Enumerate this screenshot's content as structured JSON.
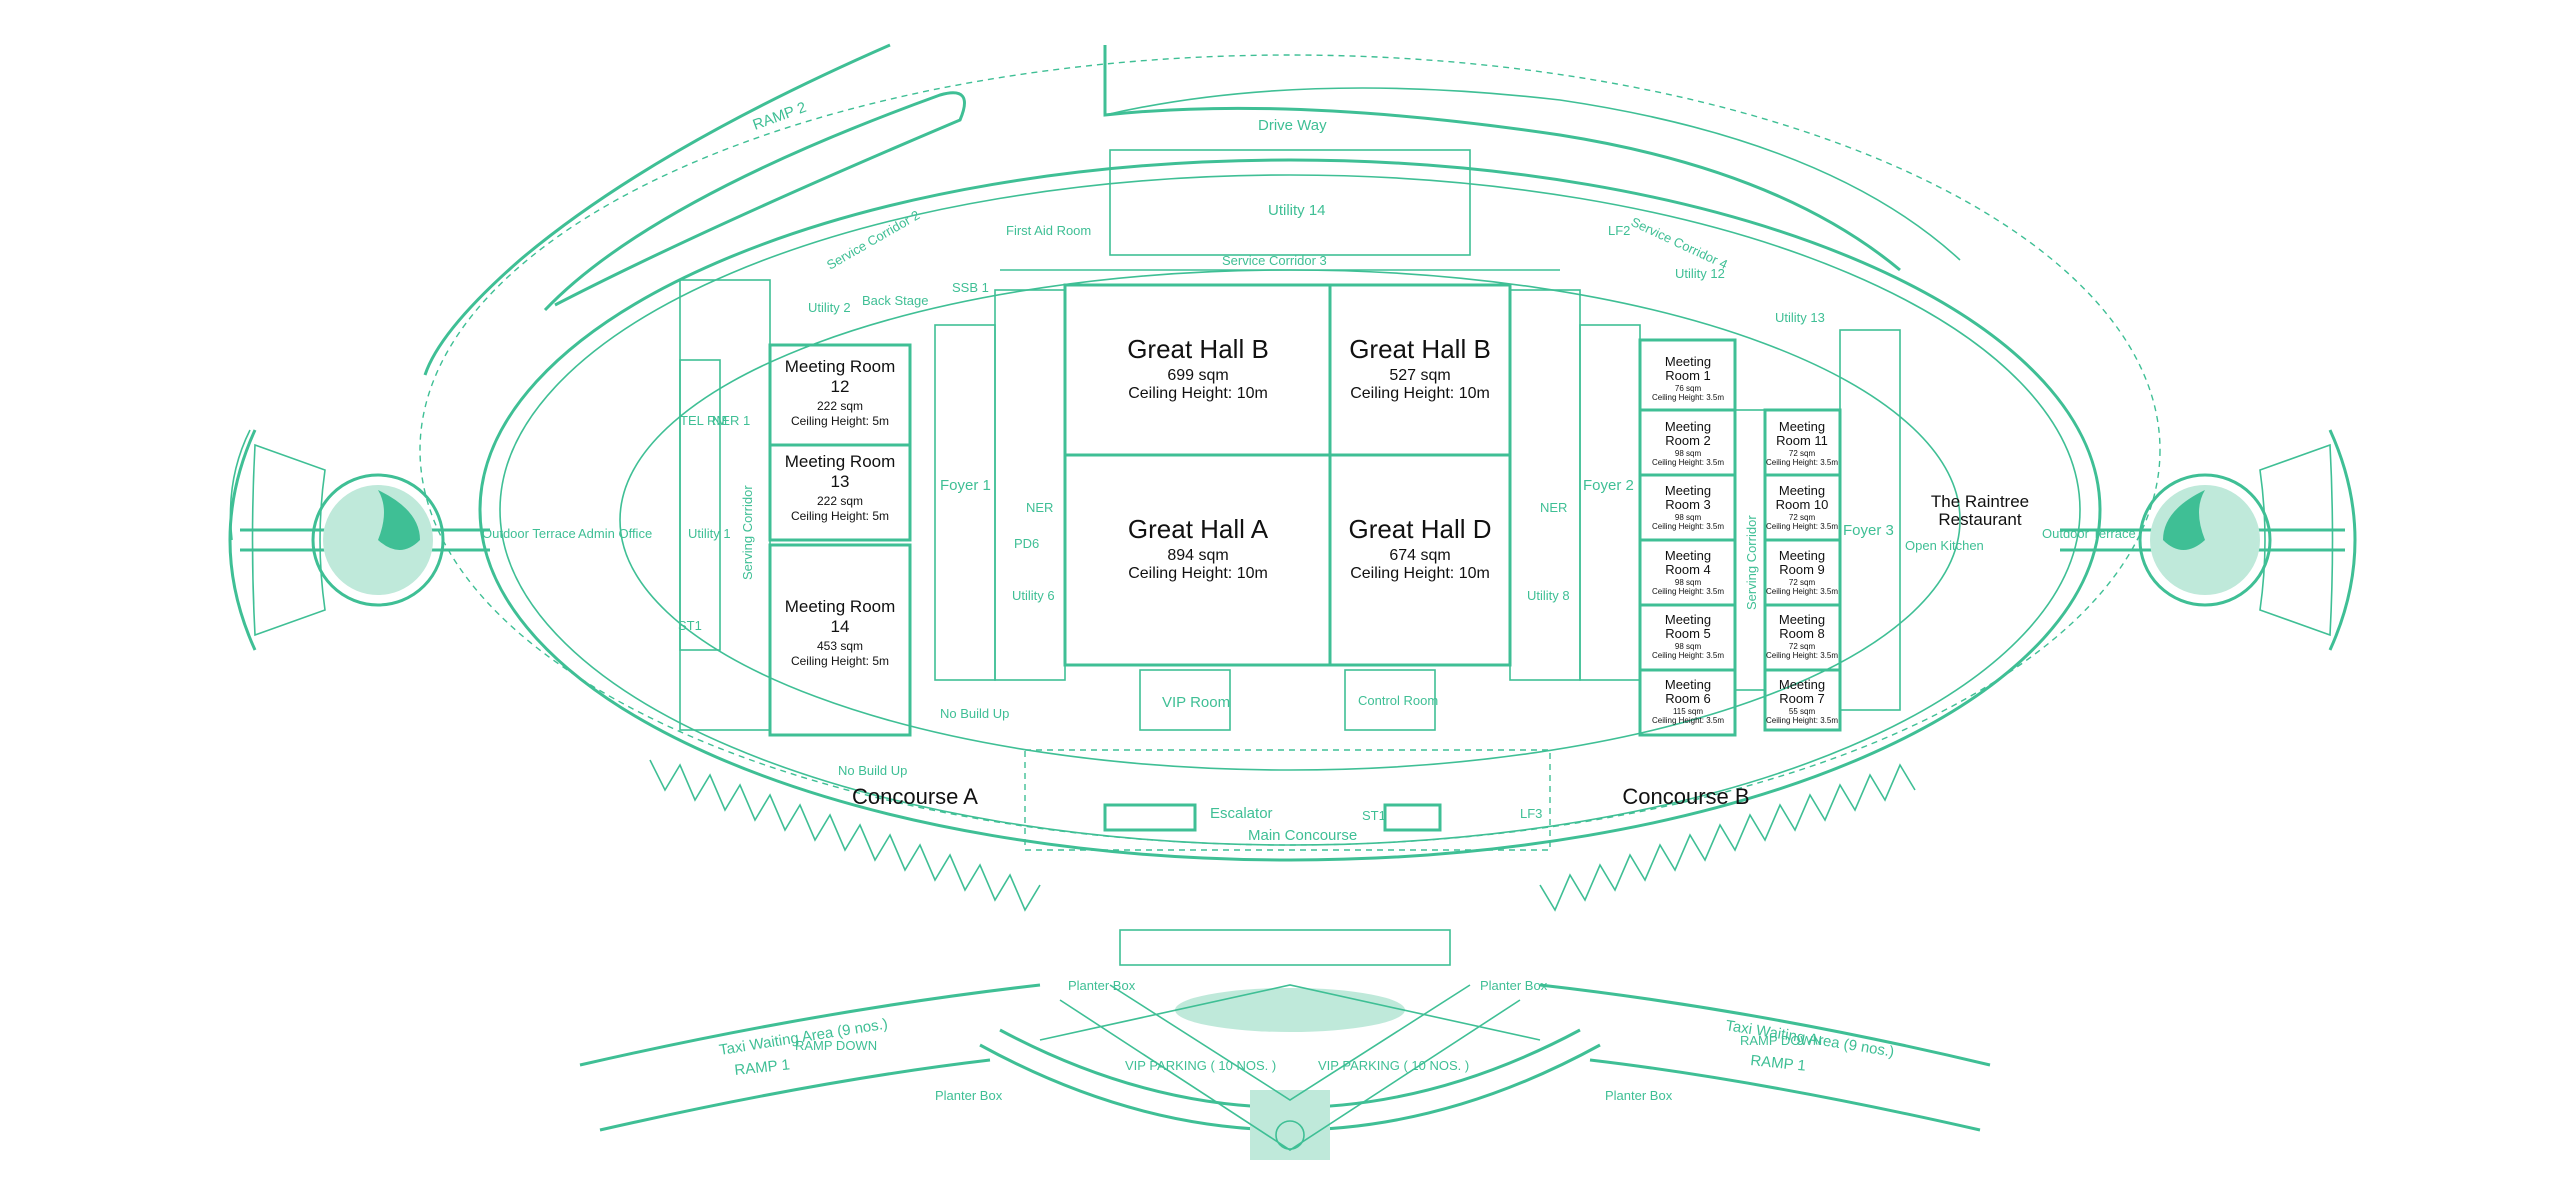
{
  "colors": {
    "line": "#3fbf95",
    "text": "#111111",
    "background": "#ffffff"
  },
  "halls": [
    {
      "name": "Great Hall B",
      "area": "699 sqm",
      "ceiling": "Ceiling Height: 10m"
    },
    {
      "name": "Great Hall B",
      "area": "527 sqm",
      "ceiling": "Ceiling Height: 10m"
    },
    {
      "name": "Great Hall A",
      "area": "894 sqm",
      "ceiling": "Ceiling Height: 10m"
    },
    {
      "name": "Great Hall D",
      "area": "674 sqm",
      "ceiling": "Ceiling Height: 10m"
    }
  ],
  "large_rooms": [
    {
      "line1": "Meeting Room",
      "line2": "12",
      "area": "222 sqm",
      "ceiling": "Ceiling Height: 5m"
    },
    {
      "line1": "Meeting Room",
      "line2": "13",
      "area": "222 sqm",
      "ceiling": "Ceiling Height: 5m"
    },
    {
      "line1": "Meeting Room",
      "line2": "14",
      "area": "453 sqm",
      "ceiling": "Ceiling Height: 5m"
    }
  ],
  "small_rooms": [
    {
      "line1": "Meeting",
      "line2": "Room 1",
      "area": "76 sqm",
      "ceiling": "Ceiling Height: 3.5m"
    },
    {
      "line1": "Meeting",
      "line2": "Room 2",
      "area": "98 sqm",
      "ceiling": "Ceiling Height: 3.5m"
    },
    {
      "line1": "Meeting",
      "line2": "Room 3",
      "area": "98 sqm",
      "ceiling": "Ceiling Height: 3.5m"
    },
    {
      "line1": "Meeting",
      "line2": "Room 4",
      "area": "98 sqm",
      "ceiling": "Ceiling Height: 3.5m"
    },
    {
      "line1": "Meeting",
      "line2": "Room 5",
      "area": "98 sqm",
      "ceiling": "Ceiling Height: 3.5m"
    },
    {
      "line1": "Meeting",
      "line2": "Room 6",
      "area": "115 sqm",
      "ceiling": "Ceiling Height: 3.5m"
    },
    {
      "line1": "Meeting",
      "line2": "Room 7",
      "area": "55 sqm",
      "ceiling": "Ceiling Height: 3.5m"
    },
    {
      "line1": "Meeting",
      "line2": "Room 8",
      "area": "72 sqm",
      "ceiling": "Ceiling Height: 3.5m"
    },
    {
      "line1": "Meeting",
      "line2": "Room 9",
      "area": "72 sqm",
      "ceiling": "Ceiling Height: 3.5m"
    },
    {
      "line1": "Meeting",
      "line2": "Room 10",
      "area": "72 sqm",
      "ceiling": "Ceiling Height: 3.5m"
    },
    {
      "line1": "Meeting",
      "line2": "Room 11",
      "area": "72 sqm",
      "ceiling": "Ceiling Height: 3.5m"
    }
  ],
  "concourses": [
    "Concourse A",
    "Concourse B"
  ],
  "restaurant": {
    "line1": "The Raintree",
    "line2": "Restaurant"
  },
  "labels": {
    "ramp2": "RAMP 2",
    "drive_way": "Drive Way",
    "utility14": "Utility 14",
    "service_corridor2": "Service Corridor 2",
    "service_corridor3": "Service Corridor 3",
    "service_corridor4": "Service Corridor 4",
    "first_aid_room": "First Aid Room",
    "lf2": "LF2",
    "utility12": "Utility 12",
    "utility13": "Utility 13",
    "utility2": "Utility 2",
    "back_stage": "Back Stage",
    "ssb1": "SSB 1",
    "tel_rm": "TEL RM",
    "ner1": "NER 1",
    "ner": "NER",
    "outdoor_terrace": "Outdoor Terrace",
    "admin_office": "Admin Office",
    "utility1": "Utility 1",
    "serving_corridor": "Serving Corridor",
    "st1": "ST1",
    "foyer1": "Foyer 1",
    "foyer2": "Foyer 2",
    "foyer3": "Foyer 3",
    "pd6": "PD6",
    "utility6": "Utility 6",
    "utility8": "Utility 8",
    "open_kitchen": "Open Kitchen",
    "vip_room": "VIP Room",
    "control_room": "Control Room",
    "escalator": "Escalator",
    "main_concourse": "Main Concourse",
    "lf3": "LF3",
    "planter_box": "Planter Box",
    "taxi_waiting": "Taxi Waiting Area (9 nos.)",
    "ramp_down": "RAMP DOWN",
    "ramp1": "RAMP 1",
    "vip_parking": "VIP PARKING ( 10 NOS. )",
    "no_build_up": "No Build Up"
  }
}
